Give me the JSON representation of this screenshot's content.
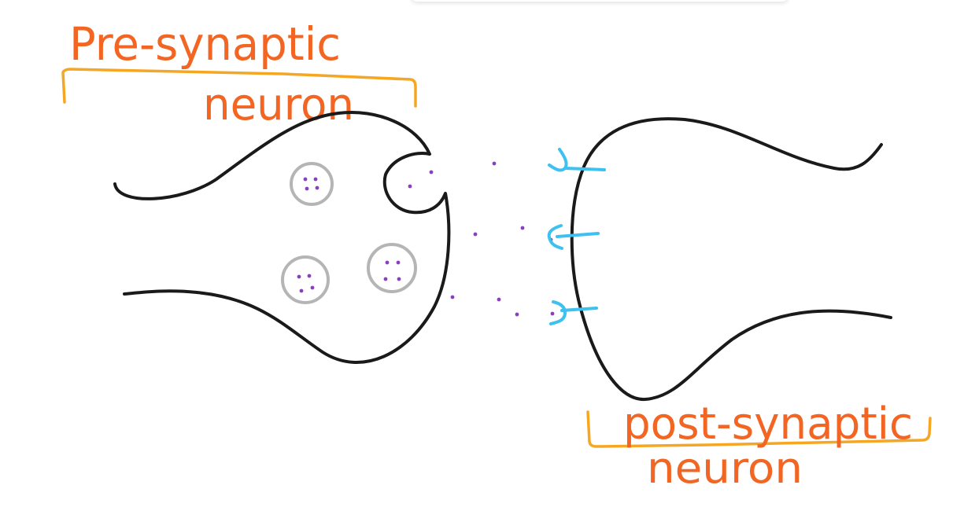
{
  "labels": {
    "pre_line1": "Pre-synaptic",
    "pre_line2": "neuron",
    "post_line1": "post-synaptic",
    "post_line2": "neuron"
  },
  "colors": {
    "neuron_outline": "#1a1a1a",
    "label_text": "#f26522",
    "bracket": "#f5a623",
    "vesicle": "#b5b5b5",
    "neurotransmitter": "#8a3fbf",
    "receptor": "#3ec1f0"
  }
}
